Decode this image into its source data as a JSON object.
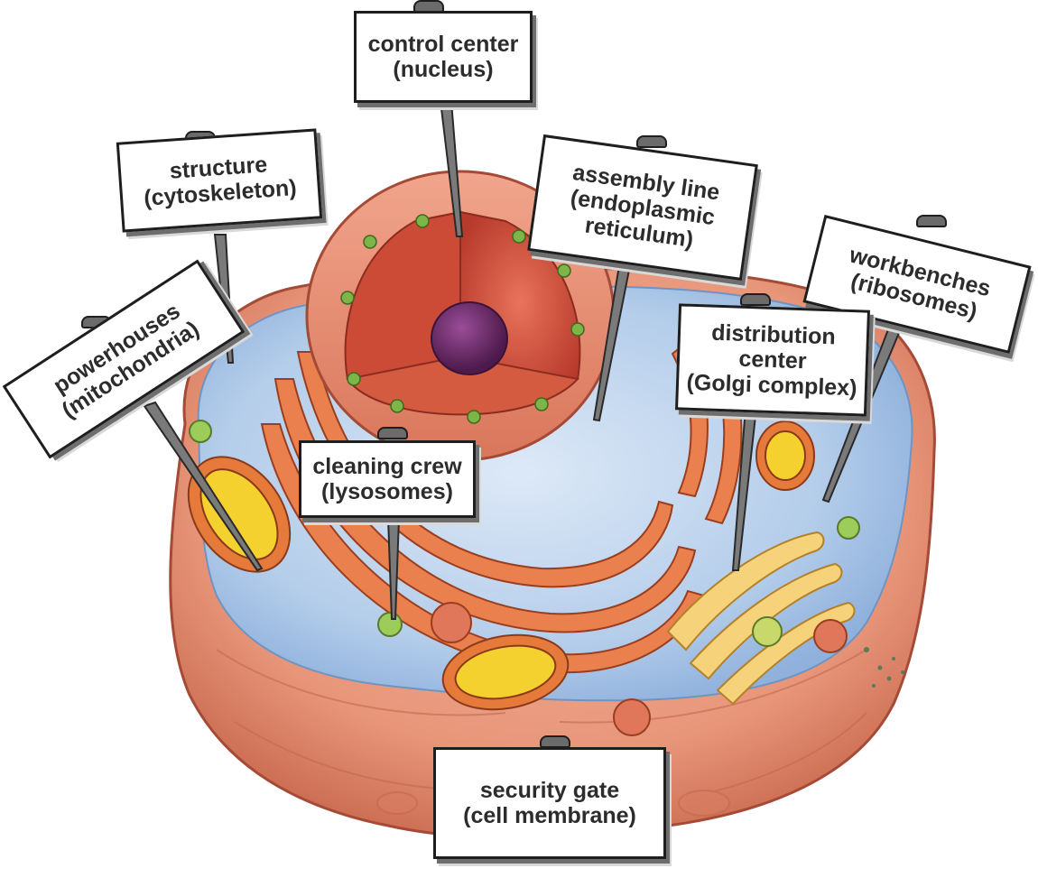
{
  "labels": {
    "nucleus": {
      "line1": "control center",
      "line2": "(nucleus)"
    },
    "cytoskeleton": {
      "line1": "structure",
      "line2": "(cytoskeleton)"
    },
    "mitochondria": {
      "line1": "powerhouses",
      "line2": "(mitochondria)"
    },
    "er": {
      "line1": "assembly line",
      "line2": "(endoplasmic",
      "line3": "reticulum)"
    },
    "ribosomes": {
      "line1": "workbenches",
      "line2": "(ribosomes)"
    },
    "golgi": {
      "line1": "distribution",
      "line2": "center",
      "line3": "(Golgi complex)"
    },
    "lysosomes": {
      "line1": "cleaning crew",
      "line2": "(lysosomes)"
    },
    "membrane": {
      "line1": "security gate",
      "line2": "(cell membrane)"
    }
  },
  "colors": {
    "membrane": "#e8967a",
    "membrane_dark": "#c8684e",
    "cytoplasm": "#a9c6e6",
    "er": "#e9804d",
    "nucleus_inner": "#d9533c",
    "nucleolus": "#6b2a6a",
    "pores": "#7db548",
    "golgi": "#f6d27a",
    "mito_inner": "#f4d12e",
    "sign_border": "#1e1e1e"
  }
}
